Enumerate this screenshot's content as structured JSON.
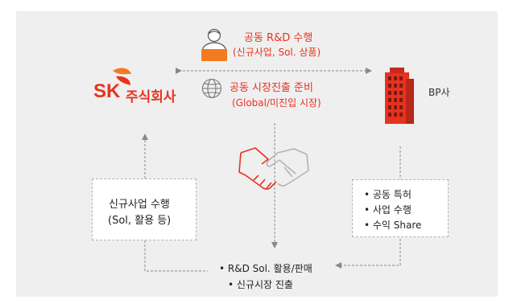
{
  "logo": {
    "mark": "SK",
    "name": "주식회사"
  },
  "partner": {
    "label": "BP사"
  },
  "rnd": {
    "line1": "공동 R&D 수행",
    "line2": "(신규사업, Sol. 상품)"
  },
  "market": {
    "line1": "공동 시장진출 준비",
    "line2": "(Global/미진입 시장)"
  },
  "left_box": {
    "line1": "신규사업 수행",
    "line2": "(Sol, 활용 등)"
  },
  "right_box": {
    "items": [
      "• 공동 특허",
      "• 사업 수행",
      "• 수익 Share"
    ]
  },
  "bottom": {
    "line1": "• R&D Sol. 활용/판매",
    "line2": "• 신규시장 진출"
  },
  "colors": {
    "accent": "#e8321e",
    "brand_orange": "#f47a20",
    "panel": "#efefef"
  },
  "icons": [
    "person-laptop-icon",
    "globe-icon",
    "building-icon",
    "handshake-icon"
  ]
}
